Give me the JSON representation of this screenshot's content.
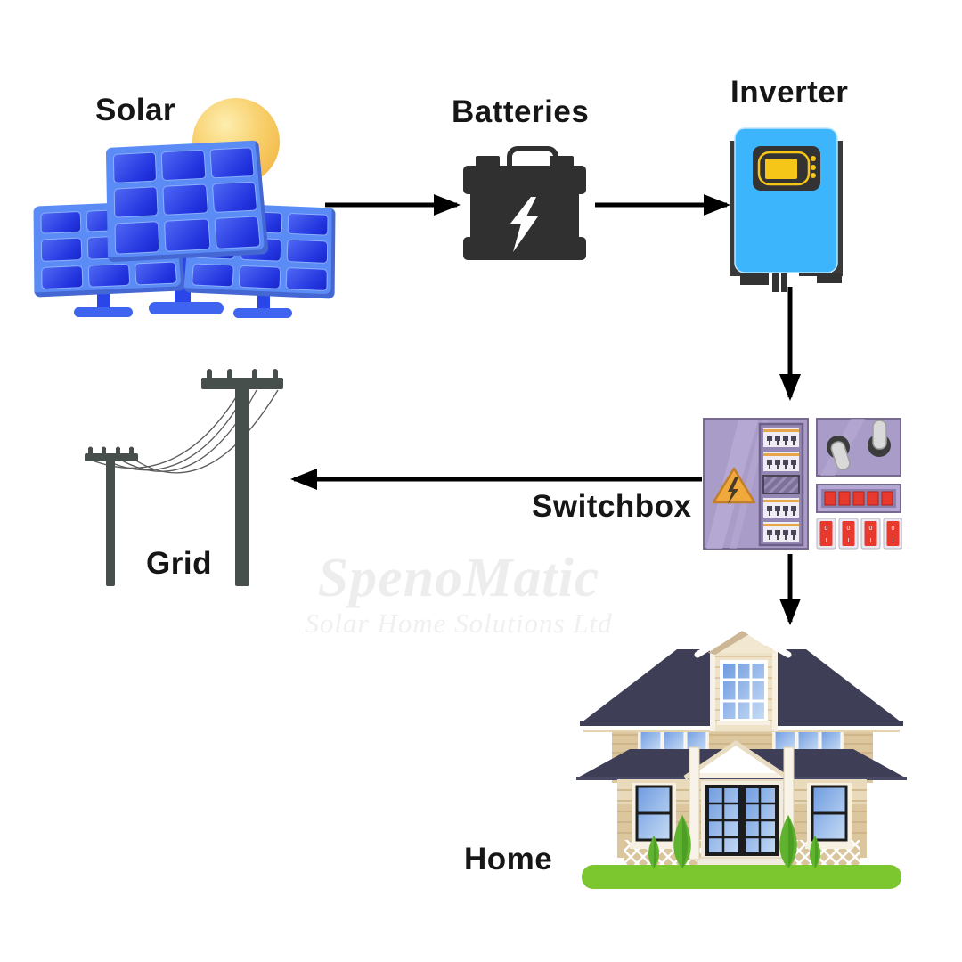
{
  "diagram": {
    "nodes": [
      {
        "id": "solar",
        "label": "Solar"
      },
      {
        "id": "batteries",
        "label": "Batteries"
      },
      {
        "id": "inverter",
        "label": "Inverter"
      },
      {
        "id": "switchbox",
        "label": "Switchbox"
      },
      {
        "id": "grid",
        "label": "Grid"
      },
      {
        "id": "home",
        "label": "Home"
      }
    ],
    "connections": [
      {
        "from": "solar",
        "to": "batteries"
      },
      {
        "from": "batteries",
        "to": "inverter"
      },
      {
        "from": "inverter",
        "to": "switchbox"
      },
      {
        "from": "switchbox",
        "to": "grid"
      },
      {
        "from": "switchbox",
        "to": "home"
      }
    ]
  },
  "switchbox": {
    "rocker_top": "0",
    "rocker_bottom": "I"
  },
  "watermark": {
    "brand": "SpenoMatic",
    "tagline": "Solar Home Solutions Ltd"
  },
  "colors": {
    "label_text": "#161616",
    "arrow": "#000000",
    "inverter_blue": "#3db5fc",
    "display_yellow": "#f5c518",
    "battery_dark": "#303030",
    "panel_cell_blue": "#2436e0",
    "panel_frame_blue": "#5b8cf5",
    "sun_yellow": "#f5c04a",
    "switchbox_purple": "#a99cc9",
    "warning_orange": "#f2a93b",
    "switch_red": "#e8392e",
    "pole_gray": "#474f4c",
    "roof_navy": "#3e3e57",
    "wall_beige": "#dcc69e",
    "grass_green": "#7cc62f",
    "watermark_gray": "#eeedee"
  }
}
